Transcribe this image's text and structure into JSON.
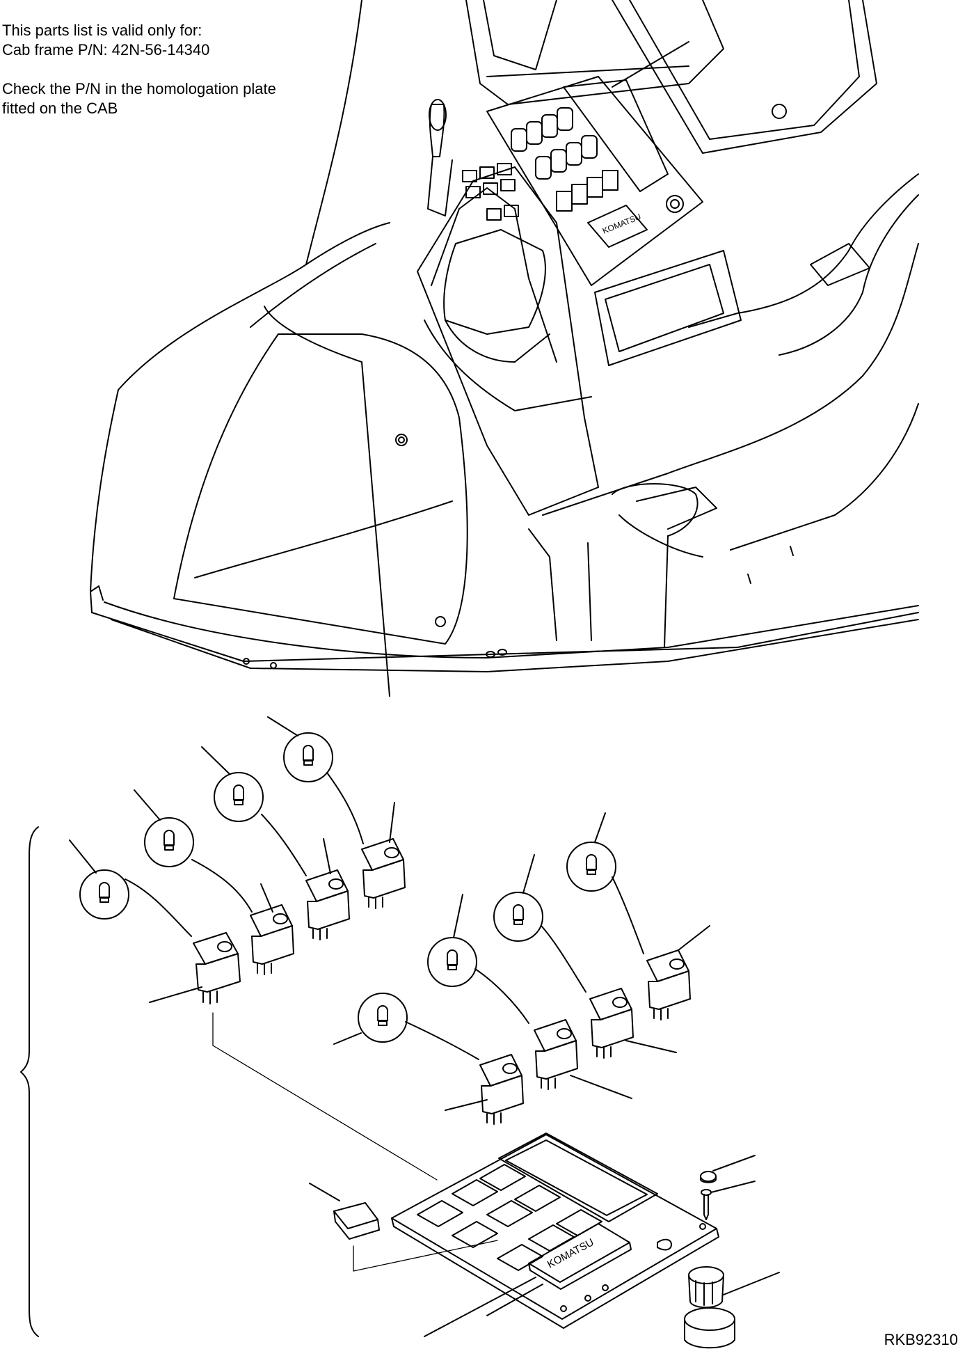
{
  "notes": {
    "validity_line1": "This parts list is valid only for:",
    "validity_line2": "Cab frame P/N: 42N-56-14340",
    "check_line1": "Check the P/N in the homologation plate",
    "check_line2": "fitted on the CAB"
  },
  "brand_logo": "KOMATSU",
  "drawing_code": "RKB92310",
  "colors": {
    "ink": "#000000",
    "paper": "#ffffff"
  }
}
